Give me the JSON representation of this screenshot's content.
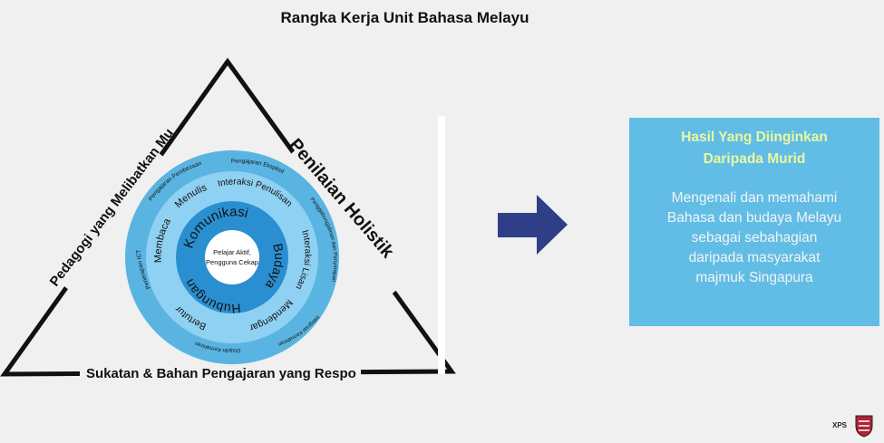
{
  "title": "Rangka Kerja Unit Bahasa Melayu",
  "framework": {
    "side_left": "Pedagogi yang Melibatkan Murid",
    "side_right": "Penilaian Holistik",
    "side_bottom": "Sukatan & Bahan Pengajaran yang Responsif",
    "center_text": [
      "Pelajar Aktif,",
      "Pengguna Cekap"
    ],
    "ring_inner": [
      "Komunikasi",
      "Budaya",
      "Hubungan"
    ],
    "ring_middle": [
      "Membaca",
      "Menulis",
      "Interaksi Penulisan",
      "Interaksi Lisan",
      "Mendengar",
      "Bertutur"
    ],
    "ring_outer": [
      "Penerapan ICT",
      "Pengajaran Pembezaan",
      "Pengajaran Eksplisit",
      "Penggabungjalinan dan Penyerapan",
      "Integrasi Kemahiran",
      "Disiplin Kemahiran"
    ]
  },
  "outcome": {
    "title": "Hasil Yang Diinginkan\nDaripada Murid",
    "body": "Mengenali dan memahami\nBahasa dan budaya Melayu\nsebagai sebahagian\ndaripada masyarakat\nmajmuk Singapura"
  },
  "brand": "XPS",
  "colors": {
    "outer_ring": "#5ab4e2",
    "middle_ring": "#8fd1f2",
    "inner_ring": "#2a8fd0",
    "core": "#ffffff",
    "arrow": "#2e3f87",
    "outcome_bg": "#62bde6",
    "outcome_title": "#e9f7a0"
  },
  "icons": {
    "arrow": "right-arrow-icon",
    "logo": "shield-logo-icon"
  }
}
